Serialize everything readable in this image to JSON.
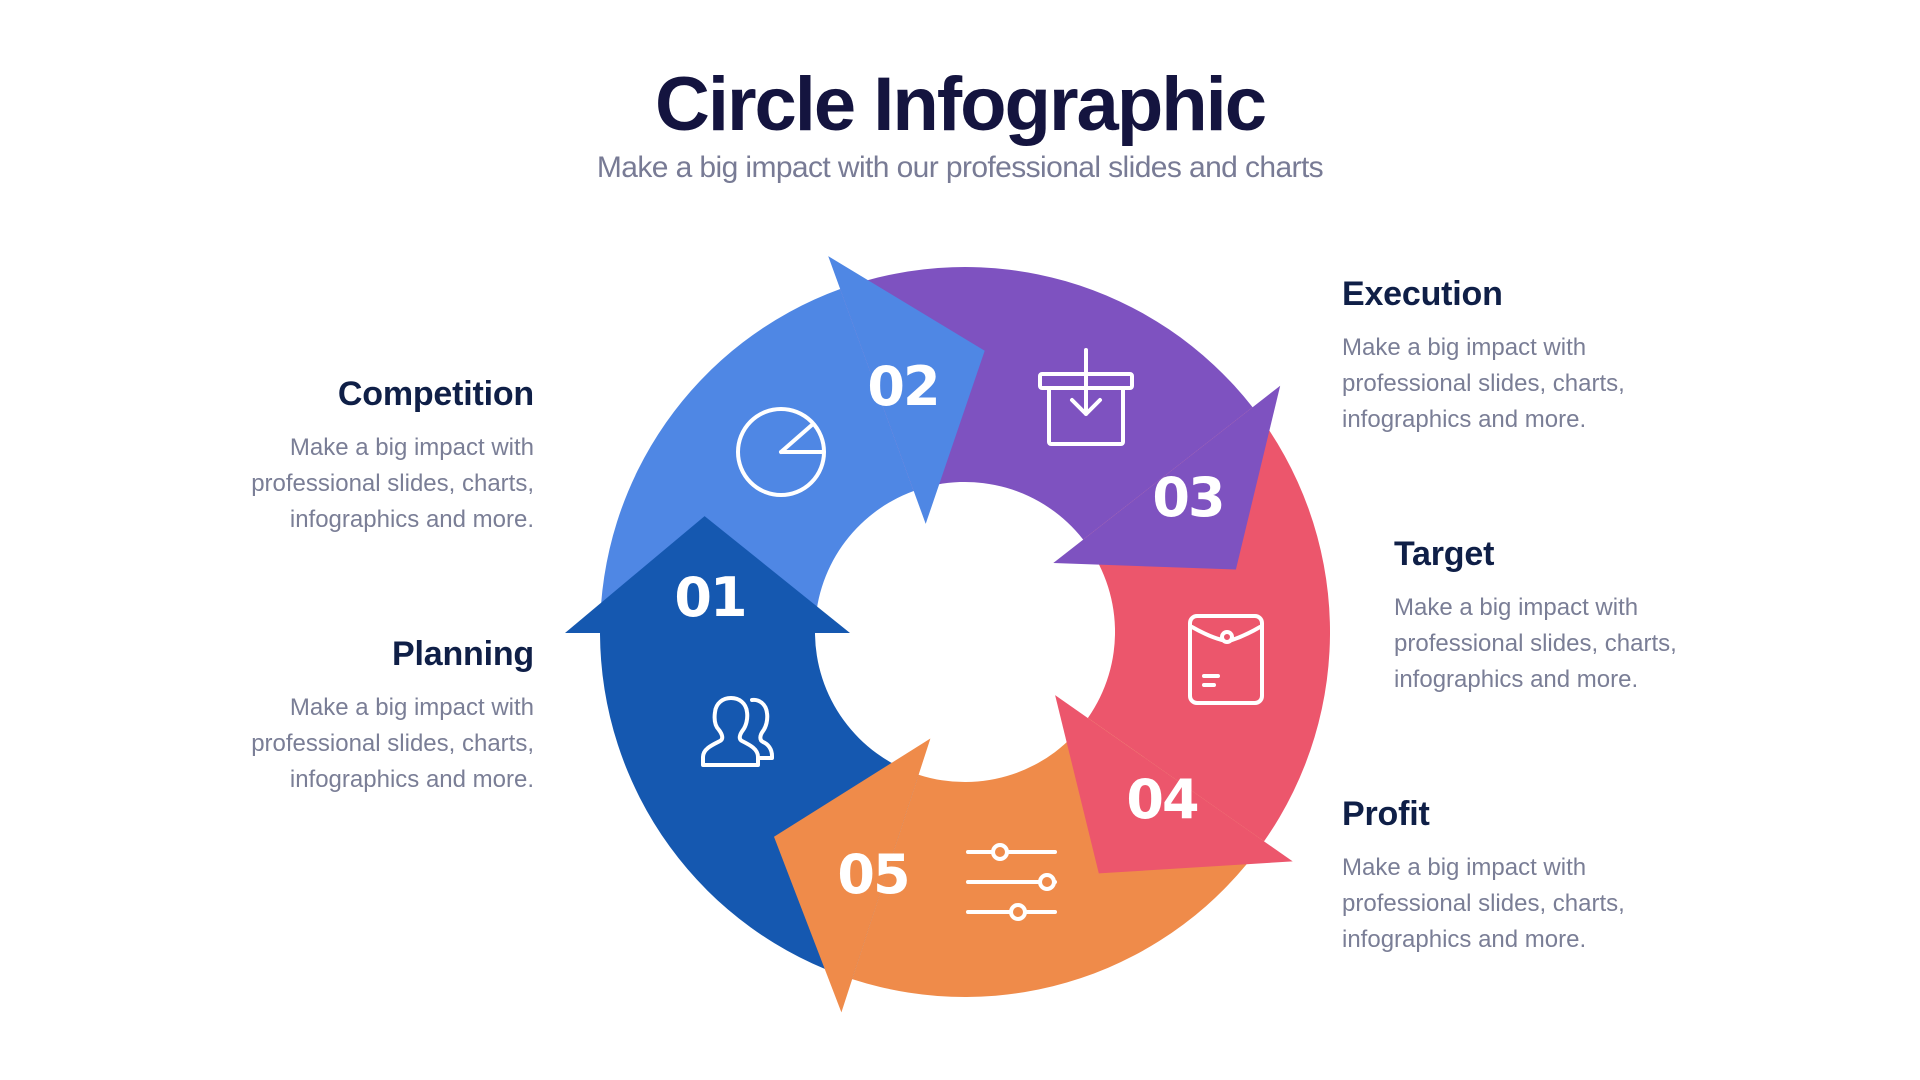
{
  "header": {
    "title": "Circle Infographic",
    "subtitle": "Make a big impact with our professional slides and charts"
  },
  "steps": [
    {
      "number": "01",
      "title": "Planning",
      "description": "Make a big impact with professional slides, charts, infographics and more.",
      "icon": "people-icon",
      "color": "#1558b0"
    },
    {
      "number": "02",
      "title": "Competition",
      "description": "Make a big impact with professional slides, charts, infographics and more.",
      "icon": "pie-chart-icon",
      "color": "#4f87e4"
    },
    {
      "number": "03",
      "title": "Execution",
      "description": "Make a big impact with professional slides, charts, infographics and more.",
      "icon": "box-download-icon",
      "color": "#7e52c0"
    },
    {
      "number": "04",
      "title": "Target",
      "description": "Make a big impact with professional slides, charts, infographics and more.",
      "icon": "envelope-icon",
      "color": "#ec566c"
    },
    {
      "number": "05",
      "title": "Profit",
      "description": "Make a big impact with professional slides, charts, infographics and more.",
      "icon": "sliders-icon",
      "color": "#ef8b4a"
    }
  ],
  "colors": {
    "title": "#14143f",
    "heading": "#0f1f47",
    "body_text": "#7a7e96",
    "background": "#ffffff"
  }
}
